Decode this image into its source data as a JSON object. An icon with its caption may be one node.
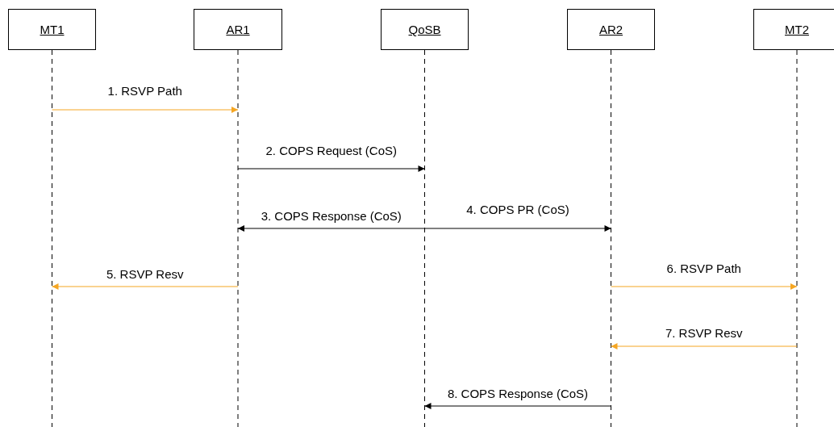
{
  "diagram": {
    "nodes": [
      {
        "text": [
          "MT1"
        ]
      },
      {
        "text": [
          "AR1"
        ]
      },
      {
        "text": [
          "QoSB"
        ]
      },
      {
        "text": [
          "AR2"
        ]
      },
      {
        "text": [
          "MT2"
        ]
      }
    ],
    "edges": [
      {
        "from": 0,
        "to": 1,
        "arrow": "to",
        "label": "1. RSVP Path",
        "color": "#f5a623"
      },
      {
        "from": 1,
        "to": 2,
        "arrow": "to",
        "label": "2. COPS Request (CoS)",
        "color": "#000000"
      },
      {
        "from": 2,
        "to": 1,
        "arrow": "to",
        "label": "3. COPS Response (CoS)",
        "color": "#000000"
      },
      {
        "from": 2,
        "to": 3,
        "arrow": "to",
        "label": "4. COPS PR (CoS)",
        "color": "#000000"
      },
      {
        "from": 1,
        "to": 0,
        "arrow": "to",
        "label": "5. RSVP Resv",
        "color": "#f5a623"
      },
      {
        "from": 3,
        "to": 4,
        "arrow": "to",
        "label": "6. RSVP Path",
        "color": "#f5a623"
      },
      {
        "from": 4,
        "to": 3,
        "arrow": "to",
        "label": "7. RSVP Resv",
        "color": "#f5a623"
      },
      {
        "from": 3,
        "to": 2,
        "arrow": "to",
        "label": "8. COPS Response (CoS)",
        "color": "#000000"
      }
    ]
  }
}
